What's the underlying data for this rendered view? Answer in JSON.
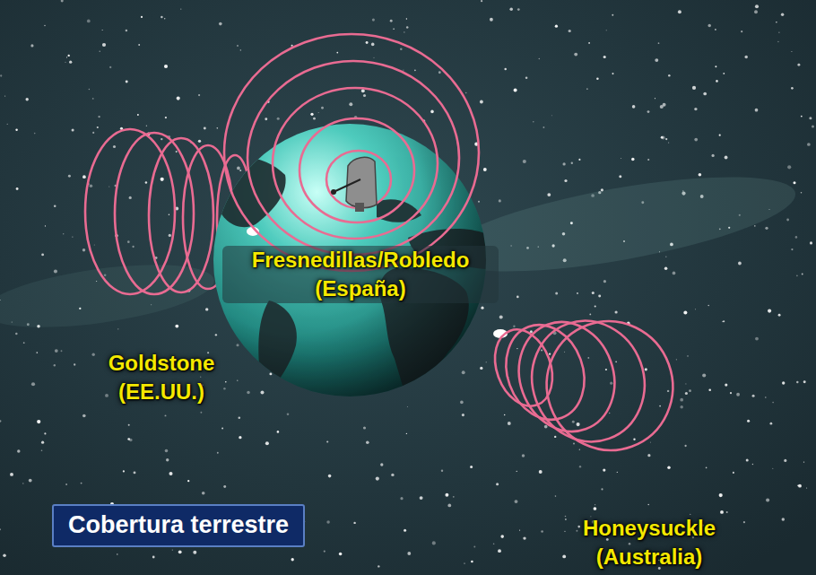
{
  "diagram": {
    "title": "Cobertura terrestre",
    "labels": [
      "Fresnedillas/Robledo (España)",
      "Goldstone (EE.UU.)",
      "Honeysuckle (Australia)"
    ]
  }
}
